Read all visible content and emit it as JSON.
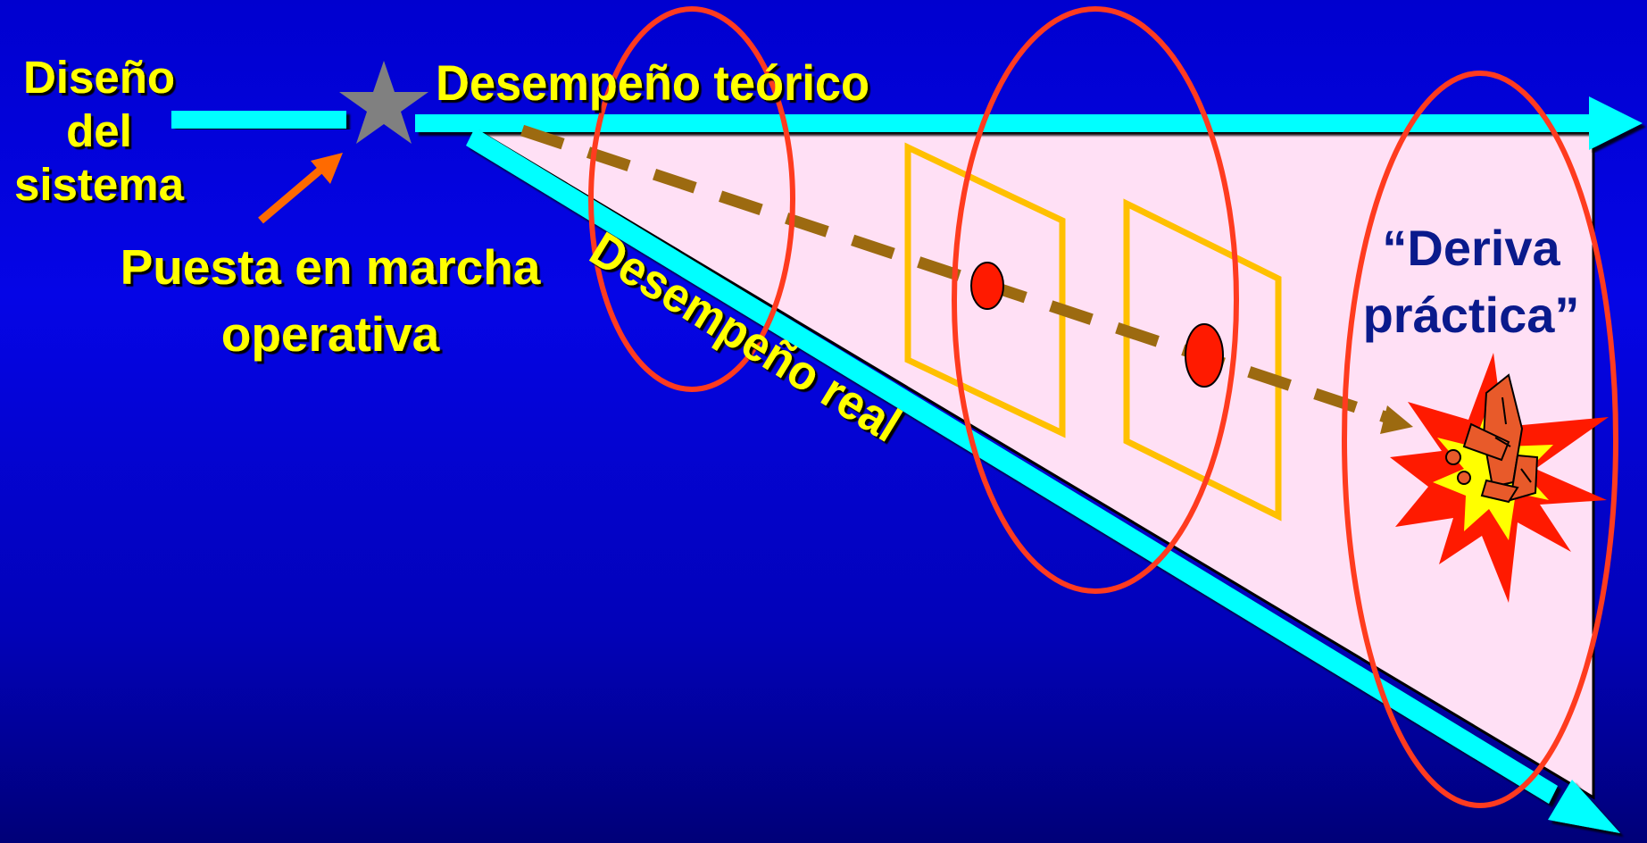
{
  "labels": {
    "design_line1": "Diseño",
    "design_line2": "del",
    "design_line3": "sistema",
    "theoretical": "Desempeño teórico",
    "commissioning_line1": "Puesta en marcha",
    "commissioning_line2": "operativa",
    "real": "Desempeño real",
    "drift_line1": "“Deriva",
    "drift_line2": "práctica”"
  },
  "colors": {
    "background": "#0505e6",
    "label_yellow": "#ffff00",
    "arrow_cyan": "#00ffff",
    "wedge_pink": "#ffe0f5",
    "ellipse_red": "#ff3b1f",
    "frame_gold": "#ffc000",
    "dash_brown": "#9c6a10",
    "star_gray": "#808080",
    "pointer_orange": "#ff6a00",
    "dot_red": "#ff1a00",
    "drift_text": "#0a1a8c"
  },
  "icons": {
    "start_marker": "star-icon",
    "pointer": "arrow-icon",
    "crash": "explosion-plane-icon"
  }
}
